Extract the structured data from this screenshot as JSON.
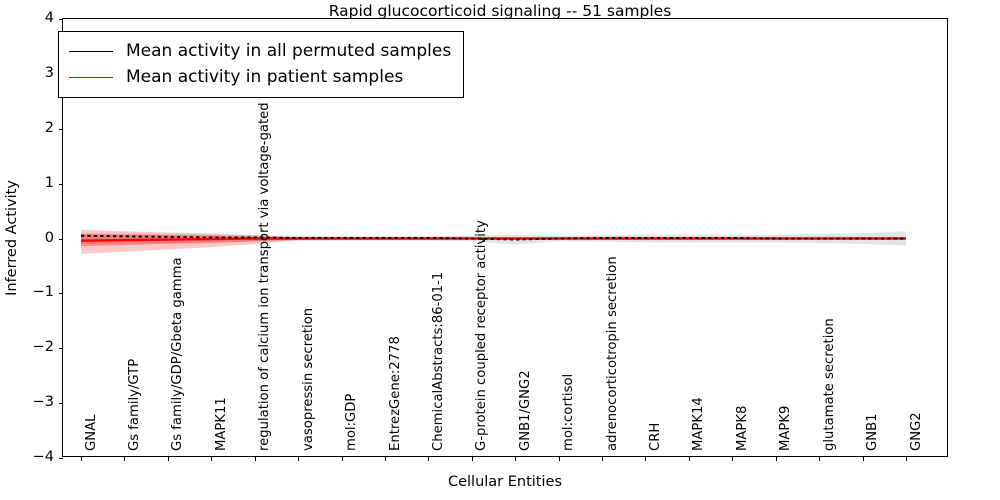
{
  "chart_data": {
    "type": "line",
    "title": "Rapid glucocorticoid signaling -- 51 samples",
    "xlabel": "Cellular Entities",
    "ylabel": "Inferred Activity",
    "ylim": [
      -4,
      4
    ],
    "yticks": [
      -4,
      -3,
      -2,
      -1,
      0,
      1,
      2,
      3,
      4
    ],
    "ytick_labels": [
      "−4",
      "−3",
      "−2",
      "−1",
      "0",
      "1",
      "2",
      "3",
      "4"
    ],
    "grid": false,
    "legend_position": "upper left",
    "categories": [
      "GNAL",
      "Gs family/GTP",
      "Gs family/GDP/Gbeta gamma",
      "MAPK11",
      "regulation of calcium ion transport via voltage-gated channel",
      "vasopressin secretion",
      "mol:GDP",
      "EntrezGene:2778",
      "ChemicalAbstracts:86-01-1",
      "G-protein coupled receptor activity",
      "GNB1/GNG2",
      "mol:cortisol",
      "adrenocorticotropin secretion",
      "CRH",
      "MAPK14",
      "MAPK8",
      "MAPK9",
      "glutamate secretion",
      "GNB1",
      "GNG2"
    ],
    "series": [
      {
        "name": "Mean activity in all permuted samples",
        "color": "#000000",
        "style": "dotted",
        "values": [
          0.05,
          0.04,
          0.03,
          0.02,
          0.02,
          0.01,
          0.01,
          0.01,
          0.01,
          0.0,
          -0.02,
          0.0,
          0.01,
          0.01,
          0.01,
          0.01,
          0.0,
          0.0,
          0.0,
          0.0
        ],
        "band_color": "#808080",
        "band_upper": [
          0.1,
          0.09,
          0.08,
          0.07,
          0.06,
          0.05,
          0.04,
          0.04,
          0.04,
          0.05,
          0.07,
          0.05,
          0.06,
          0.07,
          0.07,
          0.07,
          0.07,
          0.08,
          0.1,
          0.13
        ],
        "band_lower": [
          -0.1,
          -0.09,
          -0.08,
          -0.07,
          -0.06,
          -0.05,
          -0.04,
          -0.04,
          -0.04,
          -0.05,
          -0.11,
          -0.05,
          -0.06,
          -0.07,
          -0.07,
          -0.07,
          -0.07,
          -0.08,
          -0.1,
          -0.13
        ]
      },
      {
        "name": "Mean activity in patient samples",
        "color": "#ff0000",
        "style": "solid",
        "values": [
          -0.04,
          -0.03,
          -0.02,
          -0.01,
          0.0,
          0.0,
          0.0,
          0.0,
          0.0,
          0.0,
          0.0,
          0.0,
          0.0,
          0.0,
          0.0,
          0.0,
          0.0,
          0.0,
          0.0,
          0.0
        ],
        "band_color": "#ff0000",
        "band_upper": [
          0.16,
          0.13,
          0.11,
          0.09,
          0.06,
          0.02,
          0.01,
          0.01,
          0.01,
          0.01,
          0.01,
          0.01,
          0.01,
          0.01,
          0.01,
          0.01,
          0.01,
          0.01,
          0.01,
          0.01
        ],
        "band_lower": [
          -0.28,
          -0.24,
          -0.2,
          -0.16,
          -0.1,
          -0.03,
          -0.01,
          -0.01,
          -0.01,
          -0.01,
          -0.01,
          -0.01,
          -0.01,
          -0.01,
          -0.01,
          -0.01,
          -0.01,
          -0.01,
          -0.01,
          -0.01
        ],
        "band_inner_upper": [
          0.08,
          0.07,
          0.06,
          0.05,
          0.03,
          0.01,
          0.01,
          0.01,
          0.01,
          0.01,
          0.01,
          0.01,
          0.01,
          0.01,
          0.01,
          0.01,
          0.01,
          0.01,
          0.01,
          0.01
        ],
        "band_inner_lower": [
          -0.14,
          -0.12,
          -0.1,
          -0.08,
          -0.05,
          -0.02,
          -0.01,
          -0.01,
          -0.01,
          -0.01,
          -0.01,
          -0.01,
          -0.01,
          -0.01,
          -0.01,
          -0.01,
          -0.01,
          -0.01,
          -0.01,
          -0.01
        ]
      }
    ]
  },
  "legend": {
    "entries": [
      {
        "label": "Mean activity in all permuted samples",
        "color": "#000000"
      },
      {
        "label": "Mean activity in patient samples",
        "color": "#ff0000"
      }
    ]
  }
}
